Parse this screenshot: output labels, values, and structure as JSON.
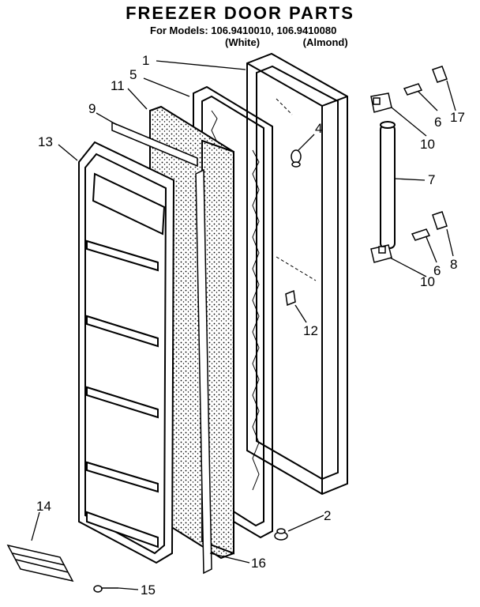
{
  "header": {
    "title": "FREEZER DOOR PARTS",
    "models_line": "For Models: 106.9410010, 106.9410080",
    "variant_white": "(White)",
    "variant_almond": "(Almond)"
  },
  "callouts": [
    {
      "id": "c1",
      "number": "1"
    },
    {
      "id": "c5",
      "number": "5"
    },
    {
      "id": "c11",
      "number": "11"
    },
    {
      "id": "c9",
      "number": "9"
    },
    {
      "id": "c13",
      "number": "13"
    },
    {
      "id": "c4",
      "number": "4"
    },
    {
      "id": "c6a",
      "number": "6"
    },
    {
      "id": "c17",
      "number": "17"
    },
    {
      "id": "c10a",
      "number": "10"
    },
    {
      "id": "c7",
      "number": "7"
    },
    {
      "id": "c6b",
      "number": "6"
    },
    {
      "id": "c8",
      "number": "8"
    },
    {
      "id": "c10b",
      "number": "10"
    },
    {
      "id": "c12",
      "number": "12"
    },
    {
      "id": "c2",
      "number": "2"
    },
    {
      "id": "c14",
      "number": "14"
    },
    {
      "id": "c16",
      "number": "16"
    },
    {
      "id": "c15",
      "number": "15"
    }
  ]
}
